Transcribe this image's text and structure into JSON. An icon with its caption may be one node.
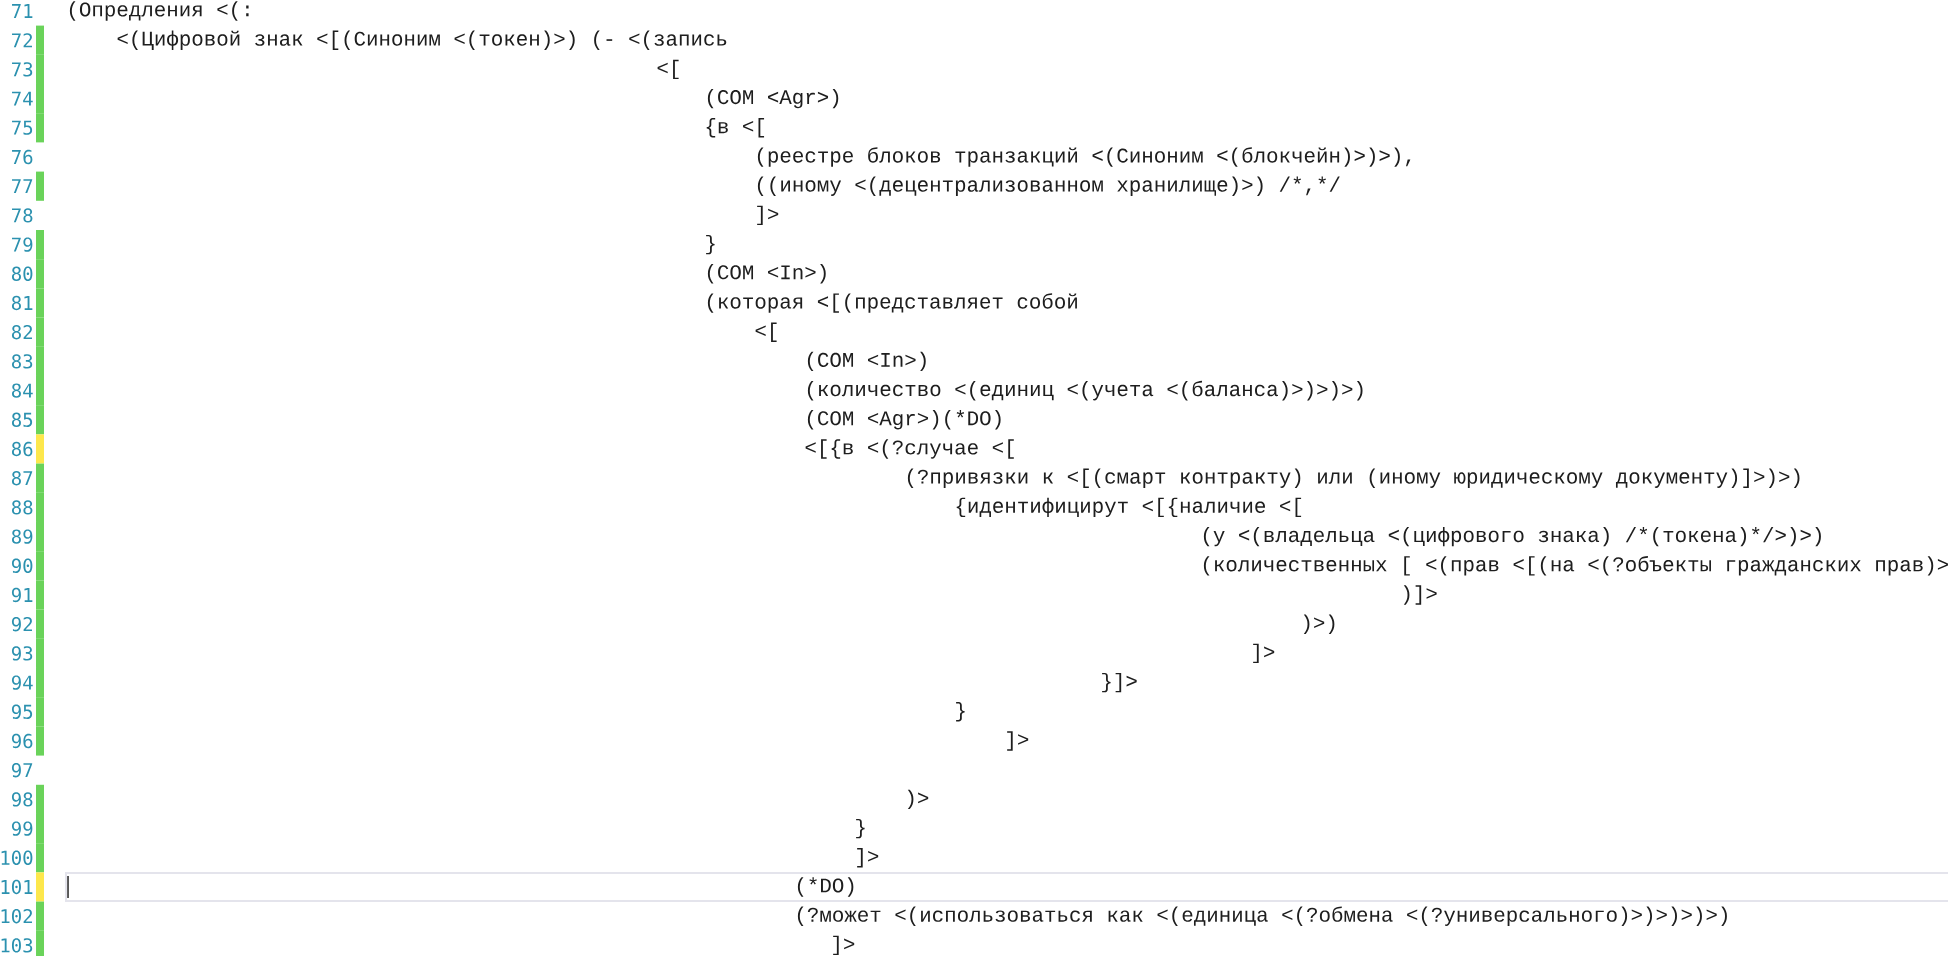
{
  "diagram": {
    "labels": [
      "71",
      "(Опредления <(:",
      "72",
      "<(Цифровой знак <[(Синоним <(токен)>) (- <(запись",
      "73",
      "<[",
      "74",
      "(COM <Agr>)",
      "75",
      "{в <[",
      "76",
      "(реестре блоков транзакций <(Синоним <(блокчейн)>)>),",
      "77",
      "((иному <(децентрализованном хранилище)>) /*,*/",
      "78",
      "]>",
      "79",
      "}",
      "80",
      "(COM <In>)",
      "81",
      "(которая <[(представляет собой",
      "82",
      "<[",
      "83",
      "(COM <In>)",
      "84",
      "(количество <(единиц <(учета <(баланса)>)>)>)",
      "85",
      "(COM <Agr>)(*DO)",
      "86",
      "<[{в <(?случае <[",
      "87",
      "(?привязки к <[(смарт контракту) или (иному юридическому документу)]>)>)",
      "88",
      "{идентифицирут <[{наличие <[",
      "89",
      "(у <(владельца <(цифрового знака) /*(токена)*/>)>)",
      "90",
      "(количественных [ <(прав <[(на <(?объекты гражданских прав)>",
      "91",
      ")]>",
      "92",
      ")>)",
      "93",
      "]>",
      "94",
      "}]>",
      "95",
      "}",
      "96",
      "]>",
      "97",
      "98",
      ")>",
      "99",
      "}",
      "100",
      "]>",
      "101",
      "(*DO)",
      "102",
      "(?может <(использоваться как <(единица <(?обмена <(?универсального)>)>)>)>)",
      "103",
      "]>"
    ]
  }
}
